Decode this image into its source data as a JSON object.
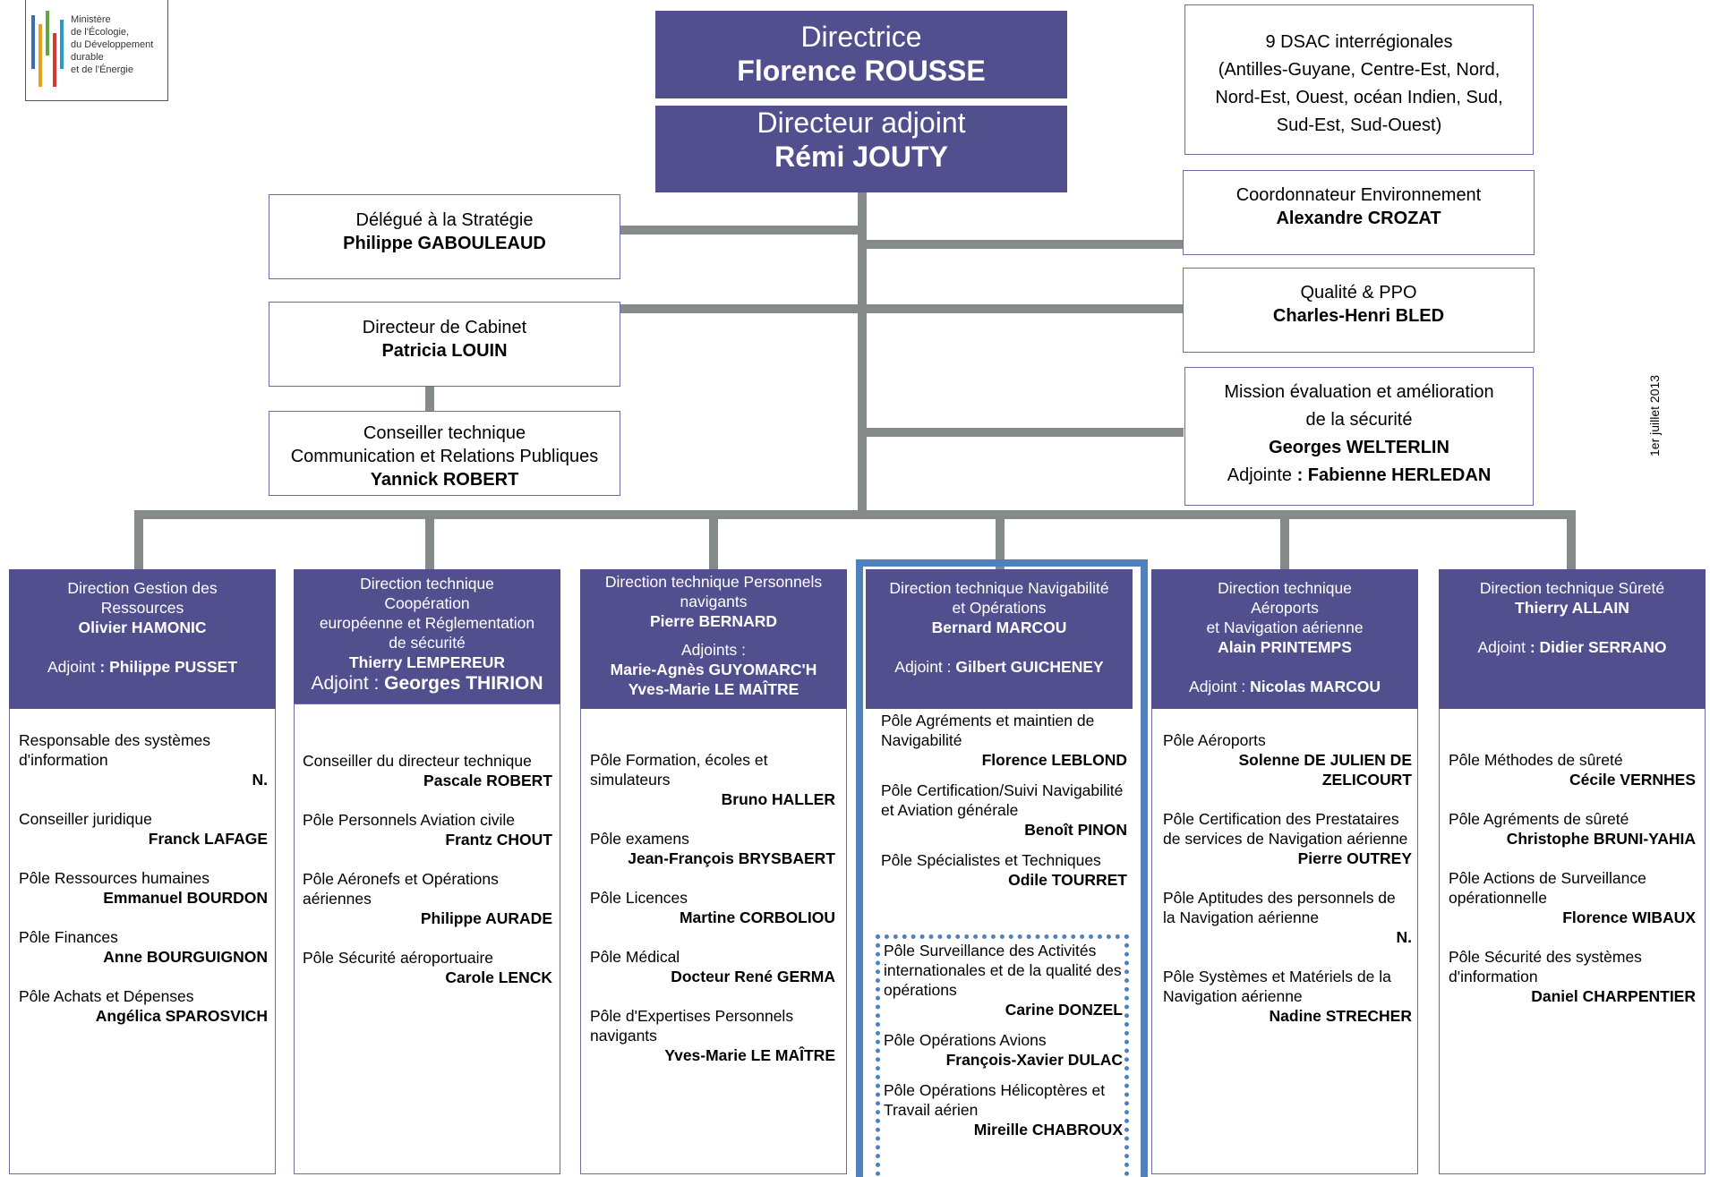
{
  "logo": {
    "text": [
      "Ministère",
      "de l'Écologie,",
      "du Développement",
      "durable",
      "et de l'Énergie"
    ]
  },
  "date": "1er juillet 2013",
  "director": {
    "title": "Directrice",
    "name": "Florence ROUSSE"
  },
  "deputy": {
    "title": "Directeur adjoint",
    "name": "Rémi JOUTY"
  },
  "dsac": {
    "lines": [
      "9 DSAC interrégionales",
      "(Antilles-Guyane, Centre-Est, Nord,",
      "Nord-Est,  Ouest, océan Indien, Sud,",
      "Sud-Est, Sud-Ouest)"
    ]
  },
  "left_boxes": {
    "strategie": {
      "title": "Délégué à la Stratégie",
      "name": "Philippe GABOULEAUD"
    },
    "cabinet": {
      "title": "Directeur de Cabinet",
      "name": "Patricia LOUIN"
    },
    "conseiller": {
      "title1": "Conseiller technique",
      "title2": "Communication et Relations Publiques",
      "name": "Yannick ROBERT"
    }
  },
  "right_boxes": {
    "environnement": {
      "title": "Coordonnateur Environnement",
      "name": "Alexandre CROZAT"
    },
    "qualite": {
      "title": "Qualité & PPO",
      "name": "Charles-Henri BLED"
    },
    "mission": {
      "title1": "Mission évaluation et amélioration",
      "title2": "de la sécurité",
      "name": "Georges WELTERLIN",
      "adjoint_label": "Adjointe",
      "adjoint_name": ": Fabienne HERLEDAN"
    }
  },
  "directions": [
    {
      "header": [
        "Direction Gestion des",
        "Ressources"
      ],
      "name": "Olivier HAMONIC",
      "adjoint_label": "Adjoint",
      "adjoint_name": ": Philippe PUSSET",
      "items": [
        {
          "label": "Responsable des systèmes d'information",
          "name": "N."
        },
        {
          "label": "Conseiller  juridique",
          "name": "Franck LAFAGE"
        },
        {
          "label": "Pôle Ressources humaines",
          "name": "Emmanuel BOURDON"
        },
        {
          "label": "Pôle Finances",
          "name": "Anne BOURGUIGNON"
        },
        {
          "label": "Pôle Achats et Dépenses",
          "name": "Angélica SPAROSVICH"
        }
      ]
    },
    {
      "header": [
        "Direction technique",
        "Coopération",
        "européenne et Réglementation",
        "de sécurité"
      ],
      "name": "Thierry LEMPEREUR",
      "adjoint_label": "Adjoint :",
      "adjoint_name": "Georges THIRION",
      "items": [
        {
          "label": "Conseiller du directeur technique",
          "name": "Pascale ROBERT"
        },
        {
          "label": "Pôle Personnels Aviation civile",
          "name": "Frantz CHOUT"
        },
        {
          "label": "Pôle Aéronefs et Opérations aériennes",
          "name": "Philippe AURADE"
        },
        {
          "label": "Pôle Sécurité aéroportuaire",
          "name": "Carole LENCK"
        }
      ]
    },
    {
      "header": [
        "Direction technique Personnels",
        "navigants"
      ],
      "name": "Pierre BERNARD",
      "adjoint_label": "Adjoints :",
      "adjoint_names": [
        "Marie-Agnès GUYOMARC'H",
        "Yves-Marie LE MAÎTRE"
      ],
      "items": [
        {
          "label": "Pôle Formation, écoles et simulateurs",
          "name": "Bruno HALLER"
        },
        {
          "label": "Pôle examens",
          "name": "Jean-François BRYSBAERT"
        },
        {
          "label": "Pôle Licences",
          "name": "Martine CORBOLIOU"
        },
        {
          "label": "Pôle Médical",
          "name": "Docteur René GERMA"
        },
        {
          "label": "Pôle d'Expertises Personnels navigants",
          "name": "Yves-Marie LE MAÎTRE"
        }
      ]
    },
    {
      "header": [
        "Direction technique Navigabilité",
        "et Opérations"
      ],
      "name": "Bernard MARCOU",
      "adjoint_label": "Adjoint :",
      "adjoint_name": "Gilbert GUICHENEY",
      "items": [
        {
          "label": "Pôle Agréments et maintien de Navigabilité",
          "name": "Florence LEBLOND"
        },
        {
          "label": "Pôle Certification/Suivi Navigabilité et Aviation générale",
          "name": "Benoît PINON"
        },
        {
          "label": "Pôle Spécialistes et Techniques",
          "name": "Odile TOURRET"
        }
      ],
      "dotted_items": [
        {
          "label": "Pôle Surveillance des Activités internationales et de la qualité des opérations",
          "name": "Carine DONZEL"
        },
        {
          "label": "Pôle Opérations Avions",
          "name": "François-Xavier DULAC"
        },
        {
          "label": "Pôle Opérations Hélicoptères et Travail aérien",
          "name": "Mireille CHABROUX"
        }
      ]
    },
    {
      "header": [
        "Direction technique",
        "Aéroports",
        "et Navigation aérienne"
      ],
      "name": "Alain PRINTEMPS",
      "adjoint_label": "Adjoint :",
      "adjoint_name": "Nicolas MARCOU",
      "items": [
        {
          "label": "Pôle Aéroports",
          "name": "Solenne DE JULIEN DE ZELICOURT"
        },
        {
          "label": "Pôle Certification des Prestataires de services de Navigation aérienne",
          "name": "Pierre OUTREY"
        },
        {
          "label": "Pôle Aptitudes des personnels de la Navigation aérienne",
          "name": "N."
        },
        {
          "label": "Pôle Systèmes et Matériels de la Navigation aérienne",
          "name": "Nadine STRECHER"
        }
      ]
    },
    {
      "header": [
        "Direction technique Sûreté"
      ],
      "name": "Thierry ALLAIN",
      "adjoint_label": "Adjoint",
      "adjoint_name": ": Didier SERRANO",
      "items": [
        {
          "label": "Pôle Méthodes de sûreté",
          "name": "Cécile VERNHES"
        },
        {
          "label": "Pôle Agréments de sûreté",
          "name": "Christophe BRUNI-YAHIA"
        },
        {
          "label": "Pôle Actions de Surveillance opérationnelle",
          "name": "Florence WIBAUX"
        },
        {
          "label": "Pôle Sécurité des systèmes d'information",
          "name": "Daniel CHARPENTIER"
        }
      ]
    }
  ]
}
